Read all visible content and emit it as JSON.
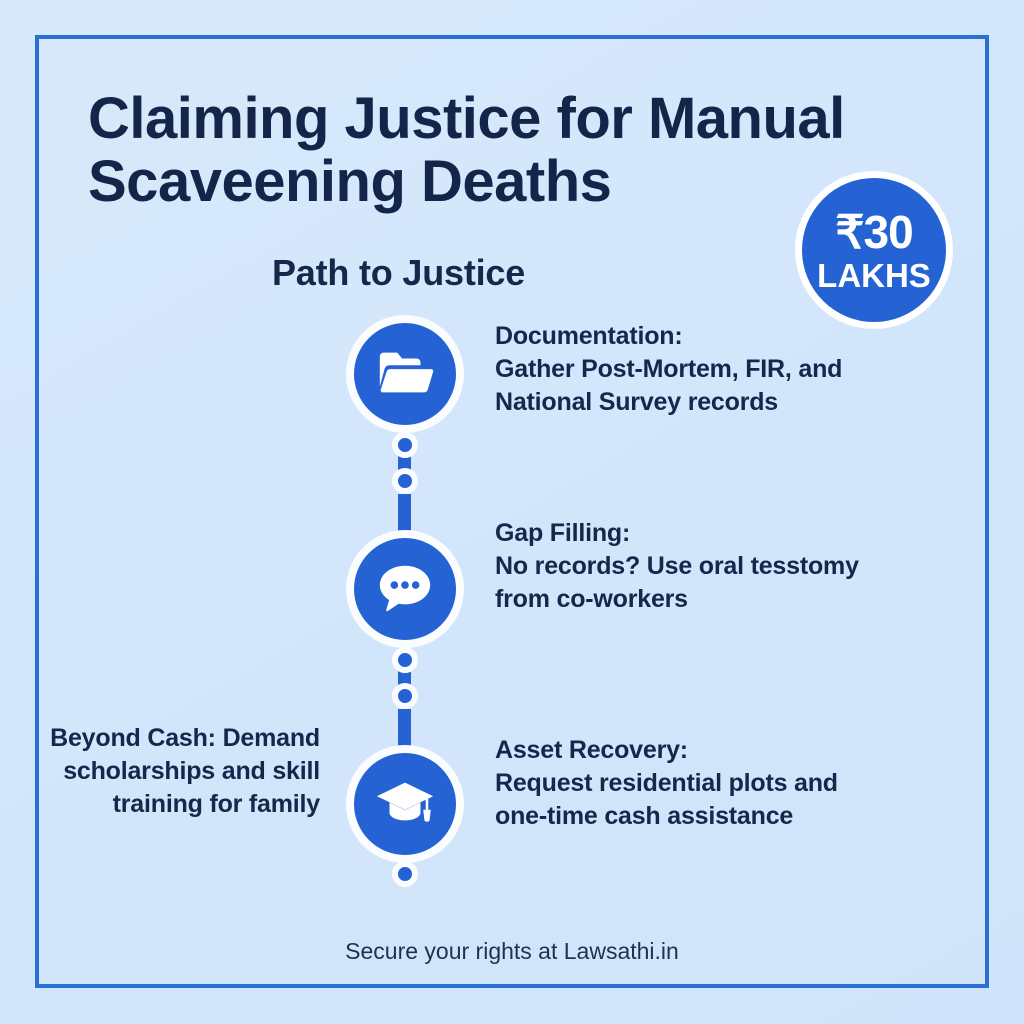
{
  "poster": {
    "title": "Claiming Justice for Manual Scaveening Deaths",
    "subtitle": "Path to Justice",
    "footer": "Secure your rights at Lawsathi.in",
    "colors": {
      "background": "#d3e6fb",
      "frame_border": "#2a6fd4",
      "accent_blue": "#2563d4",
      "text_navy": "#16274c",
      "icon_white": "#ffffff"
    }
  },
  "badge": {
    "amount": "₹30",
    "unit": "LAKHS",
    "icon": "rupee-badge"
  },
  "steps": [
    {
      "icon": "folder-icon",
      "heading": "Documentation:",
      "body": "Gather Post-Mortem, FIR, and National Survey records"
    },
    {
      "icon": "chat-bubble-icon",
      "heading": "Gap Filling:",
      "body": "No records? Use oral tesstomy from co-workers"
    },
    {
      "icon": "graduation-cap-icon",
      "heading": "Asset Recovery:",
      "body": "Request residential plots and one-time cash assistance"
    }
  ],
  "side_note": {
    "heading": "Beyond Cash:",
    "body": "Demand scholarships and skill training for family"
  }
}
